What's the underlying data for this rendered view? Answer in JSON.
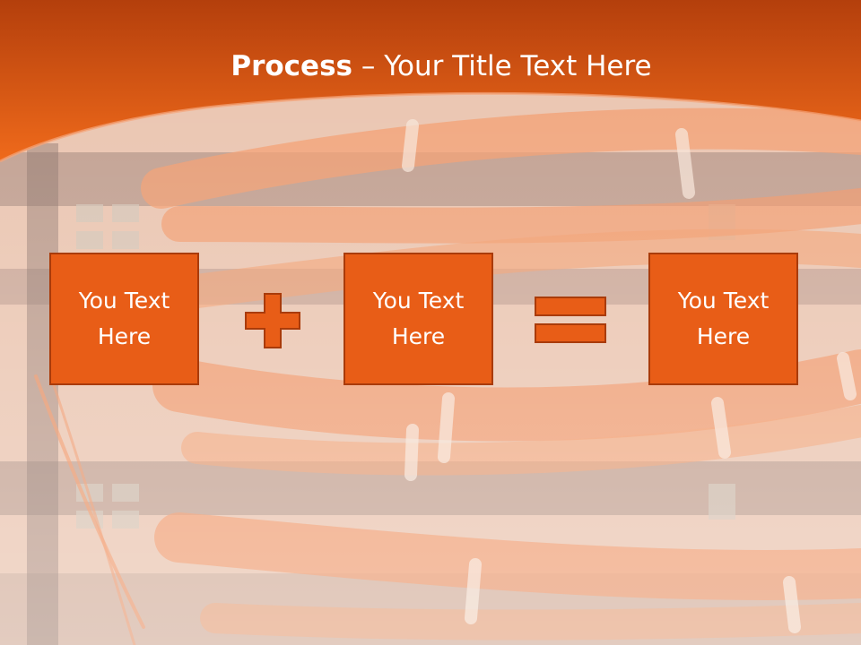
{
  "slide": {
    "title_strong": "Process",
    "title_rest": " – Your Title Text Here",
    "boxes": [
      {
        "label": "You Text Here"
      },
      {
        "label": "You Text Here"
      },
      {
        "label": "You Text Here"
      }
    ],
    "operators": [
      "plus-icon",
      "equals-icon"
    ],
    "colors": {
      "accent": "#e85d17",
      "accent_border": "#a93b0a",
      "header_top": "#b7430d",
      "header_bottom": "#f06a1a",
      "background_tint": "#e9c3ae"
    }
  }
}
